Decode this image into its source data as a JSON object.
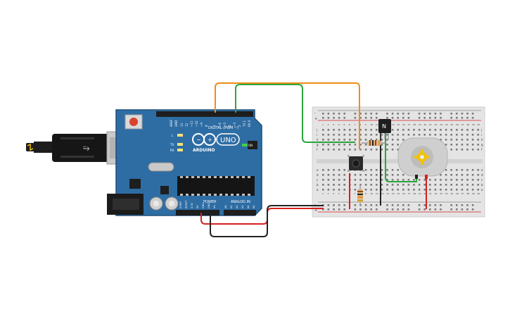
{
  "arduino": {
    "brand": "ARDUINO",
    "model": "UNO",
    "digital_label": "DIGITAL (PWM ~)",
    "power_label": "POWER",
    "analog_label": "ANALOG IN",
    "on_label": "ON",
    "led_labels": [
      "L",
      "TX",
      "RX"
    ],
    "aref_label": "AREF",
    "gnd_label": "GND",
    "digital_pins": [
      "13",
      "12",
      "~11",
      "~10",
      "~9",
      "8",
      "7",
      "~6",
      "~5",
      "4",
      "~3",
      "2",
      "TX 1",
      "RX 0"
    ],
    "power_pins": [
      "IOREF",
      "RESET",
      "3.3V",
      "5V",
      "GND",
      "GND",
      "Vin"
    ],
    "analog_pins": [
      "A0",
      "A1",
      "A2",
      "A3",
      "A4",
      "A5"
    ],
    "colors": {
      "board": "#2e6da4",
      "header": "#1e1e1e"
    }
  },
  "breadboard": {
    "top_rail_signs": [
      "-",
      "+"
    ],
    "bottom_rail_signs": [
      "-",
      "+"
    ],
    "row_letters_top": [
      "j",
      "i",
      "h",
      "g",
      "f"
    ],
    "row_letters_bottom": [
      "e",
      "d",
      "c",
      "b",
      "a"
    ],
    "column_numbers": [
      "1",
      "2",
      "3",
      "4",
      "5",
      "6",
      "7",
      "8",
      "9",
      "10",
      "11",
      "12",
      "13",
      "14",
      "15",
      "16",
      "17",
      "18",
      "19",
      "20",
      "21",
      "22",
      "23",
      "24",
      "25",
      "26",
      "27",
      "28",
      "29",
      "30"
    ]
  },
  "components": {
    "transistor_label": "N",
    "pushbutton": "pushbutton-switch",
    "resistors": [
      "resistor-1",
      "resistor-2"
    ],
    "motor": "dc-motor"
  },
  "wires": {
    "orange": "#f08c1a",
    "green": "#2aa63c",
    "red": "#d81f1f",
    "black": "#222222"
  }
}
